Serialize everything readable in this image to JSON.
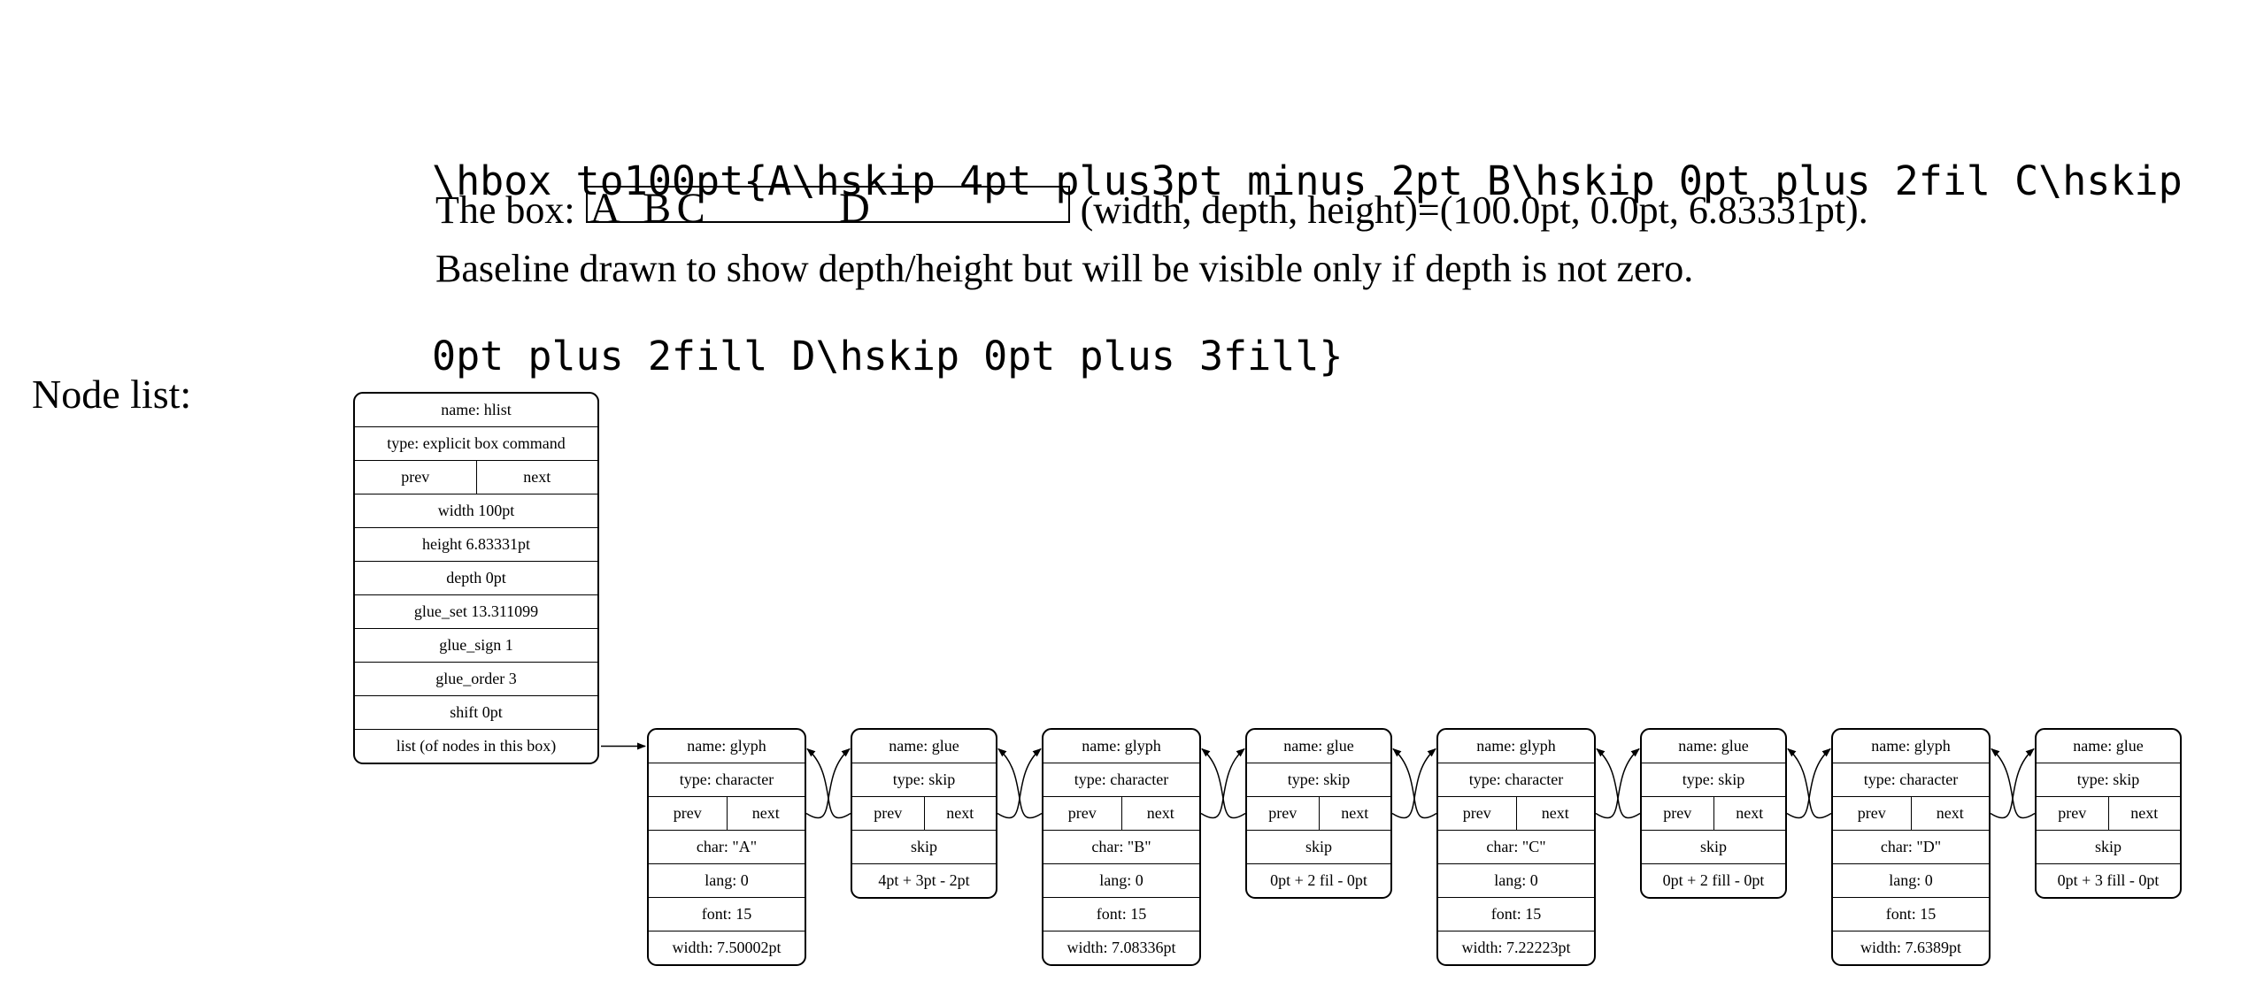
{
  "code": {
    "line1": "\\hbox to100pt{A\\hskip 4pt plus3pt minus 2pt B\\hskip 0pt plus 2fil C\\hskip",
    "line2": "0pt plus 2fill D\\hskip 0pt plus 3fill}"
  },
  "description": {
    "prefix": "The box:",
    "suffix": "(width, depth, height)=(100.0pt, 0.0pt, 6.83331pt).",
    "baseline_note": "Baseline drawn to show depth/height but will be visible only if depth is not zero."
  },
  "rendered_box": {
    "letters": [
      {
        "ch": "A",
        "x_pct": 0.5
      },
      {
        "ch": "B",
        "x_pct": 11.5
      },
      {
        "ch": "C",
        "x_pct": 18.6
      },
      {
        "ch": "D",
        "x_pct": 52.4
      }
    ]
  },
  "node_list_label": "Node list:",
  "hlist_node": {
    "rows": [
      {
        "text": "name: hlist"
      },
      {
        "text": "type: explicit box command"
      },
      {
        "split": [
          "prev",
          "next"
        ]
      },
      {
        "text": "width 100pt"
      },
      {
        "text": "height 6.83331pt"
      },
      {
        "text": "depth 0pt"
      },
      {
        "text": "glue_set 13.311099"
      },
      {
        "text": "glue_sign 1"
      },
      {
        "text": "glue_order 3"
      },
      {
        "text": "shift 0pt"
      },
      {
        "text": "list (of nodes in this box)"
      }
    ]
  },
  "chain_nodes": [
    {
      "kind": "glyph",
      "rows": [
        {
          "text": "name: glyph"
        },
        {
          "text": "type: character"
        },
        {
          "split": [
            "prev",
            "next"
          ]
        },
        {
          "text": "char: \"A\""
        },
        {
          "text": "lang: 0"
        },
        {
          "text": "font: 15"
        },
        {
          "text": "width: 7.50002pt"
        }
      ]
    },
    {
      "kind": "glue",
      "rows": [
        {
          "text": "name: glue"
        },
        {
          "text": "type: skip"
        },
        {
          "split": [
            "prev",
            "next"
          ]
        },
        {
          "text": "skip"
        },
        {
          "text": "4pt + 3pt - 2pt"
        }
      ]
    },
    {
      "kind": "glyph",
      "rows": [
        {
          "text": "name: glyph"
        },
        {
          "text": "type: character"
        },
        {
          "split": [
            "prev",
            "next"
          ]
        },
        {
          "text": "char: \"B\""
        },
        {
          "text": "lang: 0"
        },
        {
          "text": "font: 15"
        },
        {
          "text": "width: 7.08336pt"
        }
      ]
    },
    {
      "kind": "glue",
      "rows": [
        {
          "text": "name: glue"
        },
        {
          "text": "type: skip"
        },
        {
          "split": [
            "prev",
            "next"
          ]
        },
        {
          "text": "skip"
        },
        {
          "text": "0pt + 2 fil - 0pt"
        }
      ]
    },
    {
      "kind": "glyph",
      "rows": [
        {
          "text": "name: glyph"
        },
        {
          "text": "type: character"
        },
        {
          "split": [
            "prev",
            "next"
          ]
        },
        {
          "text": "char: \"C\""
        },
        {
          "text": "lang: 0"
        },
        {
          "text": "font: 15"
        },
        {
          "text": "width: 7.22223pt"
        }
      ]
    },
    {
      "kind": "glue",
      "rows": [
        {
          "text": "name: glue"
        },
        {
          "text": "type: skip"
        },
        {
          "split": [
            "prev",
            "next"
          ]
        },
        {
          "text": "skip"
        },
        {
          "text": "0pt + 2 fill - 0pt"
        }
      ]
    },
    {
      "kind": "glyph",
      "rows": [
        {
          "text": "name: glyph"
        },
        {
          "text": "type: character"
        },
        {
          "split": [
            "prev",
            "next"
          ]
        },
        {
          "text": "char: \"D\""
        },
        {
          "text": "lang: 0"
        },
        {
          "text": "font: 15"
        },
        {
          "text": "width: 7.6389pt"
        }
      ]
    },
    {
      "kind": "glue",
      "rows": [
        {
          "text": "name: glue"
        },
        {
          "text": "type: skip"
        },
        {
          "split": [
            "prev",
            "next"
          ]
        },
        {
          "text": "skip"
        },
        {
          "text": "0pt + 3 fill - 0pt"
        }
      ]
    }
  ]
}
